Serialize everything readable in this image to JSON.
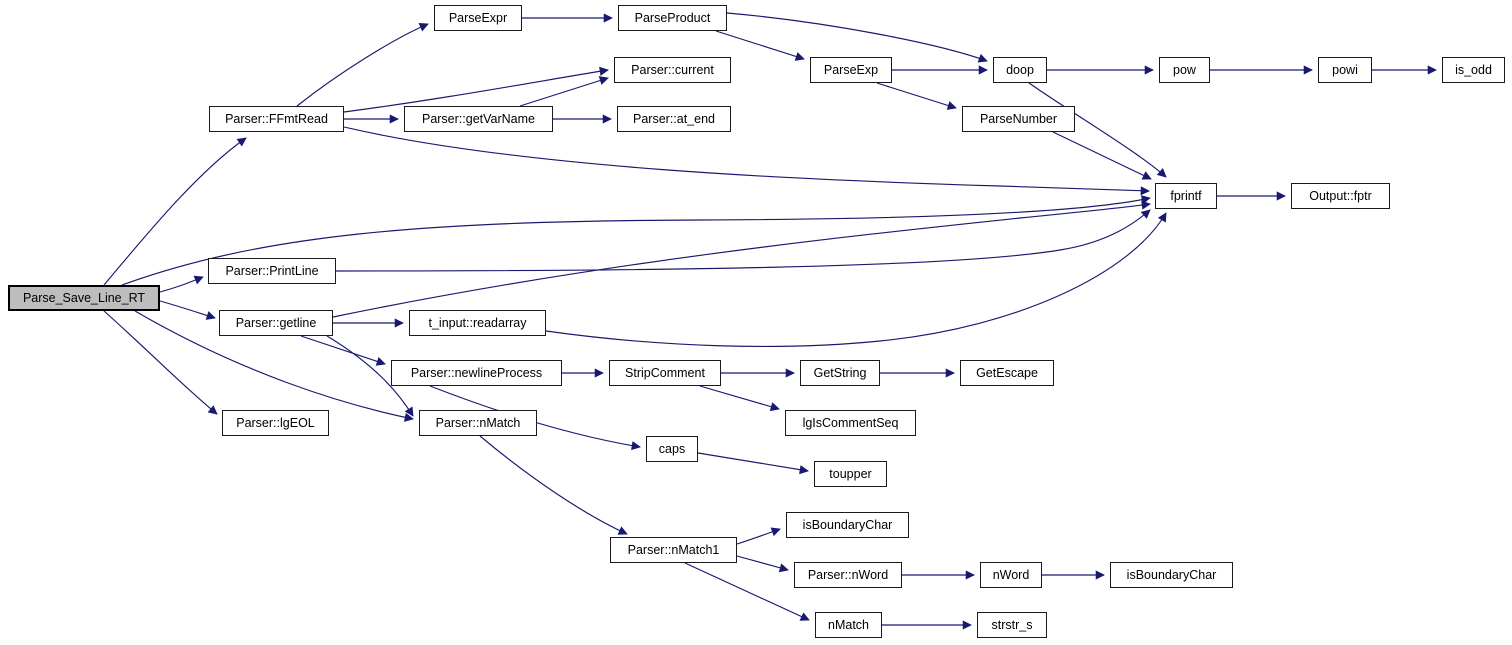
{
  "figure_type": "doxygen-call-graph",
  "root_node": "parse_save_line_rt",
  "colors": {
    "edge": "#191970",
    "node_border": "#1a1a1a",
    "node_fill": "#ffffff",
    "root_node_fill": "#bdbdbd",
    "background": "#ffffff"
  },
  "nodes": [
    {
      "id": "parse_save_line_rt",
      "label": "Parse_Save_Line_RT"
    },
    {
      "id": "ffmtread",
      "label": "Parser::FFmtRead"
    },
    {
      "id": "parseexpr",
      "label": "ParseExpr"
    },
    {
      "id": "parseproduct",
      "label": "ParseProduct"
    },
    {
      "id": "current",
      "label": "Parser::current"
    },
    {
      "id": "parseexp",
      "label": "ParseExp"
    },
    {
      "id": "doop",
      "label": "doop"
    },
    {
      "id": "pow",
      "label": "pow"
    },
    {
      "id": "powi",
      "label": "powi"
    },
    {
      "id": "is_odd",
      "label": "is_odd"
    },
    {
      "id": "getvarname",
      "label": "Parser::getVarName"
    },
    {
      "id": "at_end",
      "label": "Parser::at_end"
    },
    {
      "id": "parsenumber",
      "label": "ParseNumber"
    },
    {
      "id": "fprintf",
      "label": "fprintf"
    },
    {
      "id": "output_fptr",
      "label": "Output::fptr"
    },
    {
      "id": "printline",
      "label": "Parser::PrintLine"
    },
    {
      "id": "getline",
      "label": "Parser::getline"
    },
    {
      "id": "readarray",
      "label": "t_input::readarray"
    },
    {
      "id": "newlineprocess",
      "label": "Parser::newlineProcess"
    },
    {
      "id": "stripcomment",
      "label": "StripComment"
    },
    {
      "id": "getstring",
      "label": "GetString"
    },
    {
      "id": "getescape",
      "label": "GetEscape"
    },
    {
      "id": "lgeol",
      "label": "Parser::lgEOL"
    },
    {
      "id": "nmatch_parser",
      "label": "Parser::nMatch"
    },
    {
      "id": "lgiscommentseq",
      "label": "lgIsCommentSeq"
    },
    {
      "id": "caps",
      "label": "caps"
    },
    {
      "id": "toupper",
      "label": "toupper"
    },
    {
      "id": "isboundarychar_1",
      "label": "isBoundaryChar"
    },
    {
      "id": "nmatch1",
      "label": "Parser::nMatch1"
    },
    {
      "id": "nword_parser",
      "label": "Parser::nWord"
    },
    {
      "id": "nword",
      "label": "nWord"
    },
    {
      "id": "isboundarychar_2",
      "label": "isBoundaryChar"
    },
    {
      "id": "nmatch",
      "label": "nMatch"
    },
    {
      "id": "strstr_s",
      "label": "strstr_s"
    }
  ],
  "edges": [
    {
      "from": "parse_save_line_rt",
      "to": "ffmtread"
    },
    {
      "from": "parse_save_line_rt",
      "to": "fprintf"
    },
    {
      "from": "parse_save_line_rt",
      "to": "printline"
    },
    {
      "from": "parse_save_line_rt",
      "to": "getline"
    },
    {
      "from": "parse_save_line_rt",
      "to": "lgeol"
    },
    {
      "from": "parse_save_line_rt",
      "to": "nmatch_parser"
    },
    {
      "from": "ffmtread",
      "to": "parseexpr"
    },
    {
      "from": "ffmtread",
      "to": "current"
    },
    {
      "from": "ffmtread",
      "to": "getvarname"
    },
    {
      "from": "ffmtread",
      "to": "fprintf"
    },
    {
      "from": "parseexpr",
      "to": "parseproduct"
    },
    {
      "from": "parseproduct",
      "to": "parseexp"
    },
    {
      "from": "parseproduct",
      "to": "doop"
    },
    {
      "from": "parseexp",
      "to": "doop"
    },
    {
      "from": "parseexp",
      "to": "parsenumber"
    },
    {
      "from": "doop",
      "to": "pow"
    },
    {
      "from": "doop",
      "to": "fprintf"
    },
    {
      "from": "pow",
      "to": "powi"
    },
    {
      "from": "powi",
      "to": "is_odd"
    },
    {
      "from": "parsenumber",
      "to": "fprintf"
    },
    {
      "from": "getvarname",
      "to": "current"
    },
    {
      "from": "getvarname",
      "to": "at_end"
    },
    {
      "from": "fprintf",
      "to": "output_fptr"
    },
    {
      "from": "printline",
      "to": "fprintf"
    },
    {
      "from": "getline",
      "to": "readarray"
    },
    {
      "from": "getline",
      "to": "newlineprocess"
    },
    {
      "from": "getline",
      "to": "nmatch_parser"
    },
    {
      "from": "getline",
      "to": "fprintf"
    },
    {
      "from": "readarray",
      "to": "fprintf"
    },
    {
      "from": "newlineprocess",
      "to": "stripcomment"
    },
    {
      "from": "newlineprocess",
      "to": "caps"
    },
    {
      "from": "stripcomment",
      "to": "getstring"
    },
    {
      "from": "stripcomment",
      "to": "lgiscommentseq"
    },
    {
      "from": "getstring",
      "to": "getescape"
    },
    {
      "from": "caps",
      "to": "toupper"
    },
    {
      "from": "nmatch_parser",
      "to": "nmatch1"
    },
    {
      "from": "nmatch1",
      "to": "isboundarychar_1"
    },
    {
      "from": "nmatch1",
      "to": "nword_parser"
    },
    {
      "from": "nmatch1",
      "to": "nmatch"
    },
    {
      "from": "nword_parser",
      "to": "nword"
    },
    {
      "from": "nword",
      "to": "isboundarychar_2"
    },
    {
      "from": "nmatch",
      "to": "strstr_s"
    }
  ]
}
